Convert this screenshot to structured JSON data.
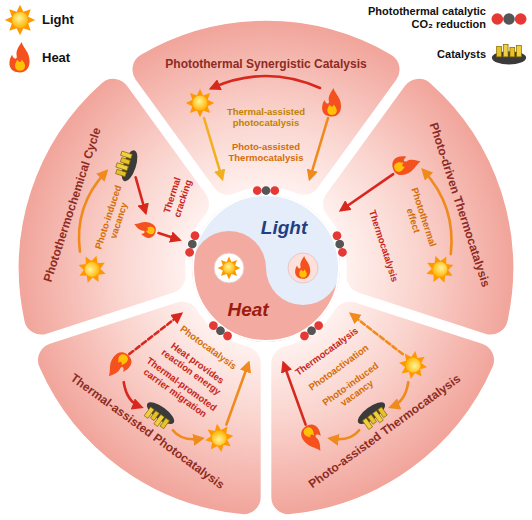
{
  "diagram": {
    "nodes": [
      {
        "text": [
          "Photothermal Synergistic Catalysis",
          "Thermal-assisted photocatalysis",
          "Photo-assisted Thermocatalysis"
        ]
      },
      {
        "text": [
          "Photo-driven Thermocatalysis",
          "Photothermal effect",
          "Thermocatalysis"
        ]
      },
      {
        "text": [
          "Photo-assisted Thermocatalysis",
          "Photoactivation",
          "Photo-induced vacancy",
          "Thermocatalysis"
        ]
      },
      {
        "text": [
          "Thermal-assisted Photocatalysis",
          "Heat provides reaction energy",
          "Thermal-promoted carrier migration",
          "Photocatalysis"
        ]
      },
      {
        "text": [
          "Photothermochemical Cycle",
          "Photo-induced vacancy",
          "Thermal cracking"
        ]
      },
      {
        "text": [
          "Light",
          "Heat"
        ]
      }
    ],
    "legend": [
      {
        "text": "Light"
      },
      {
        "text": "Heat"
      },
      {
        "text": "Photothermal catalytic CO₂ reduction"
      },
      {
        "text": "Catalysts"
      }
    ]
  }
}
